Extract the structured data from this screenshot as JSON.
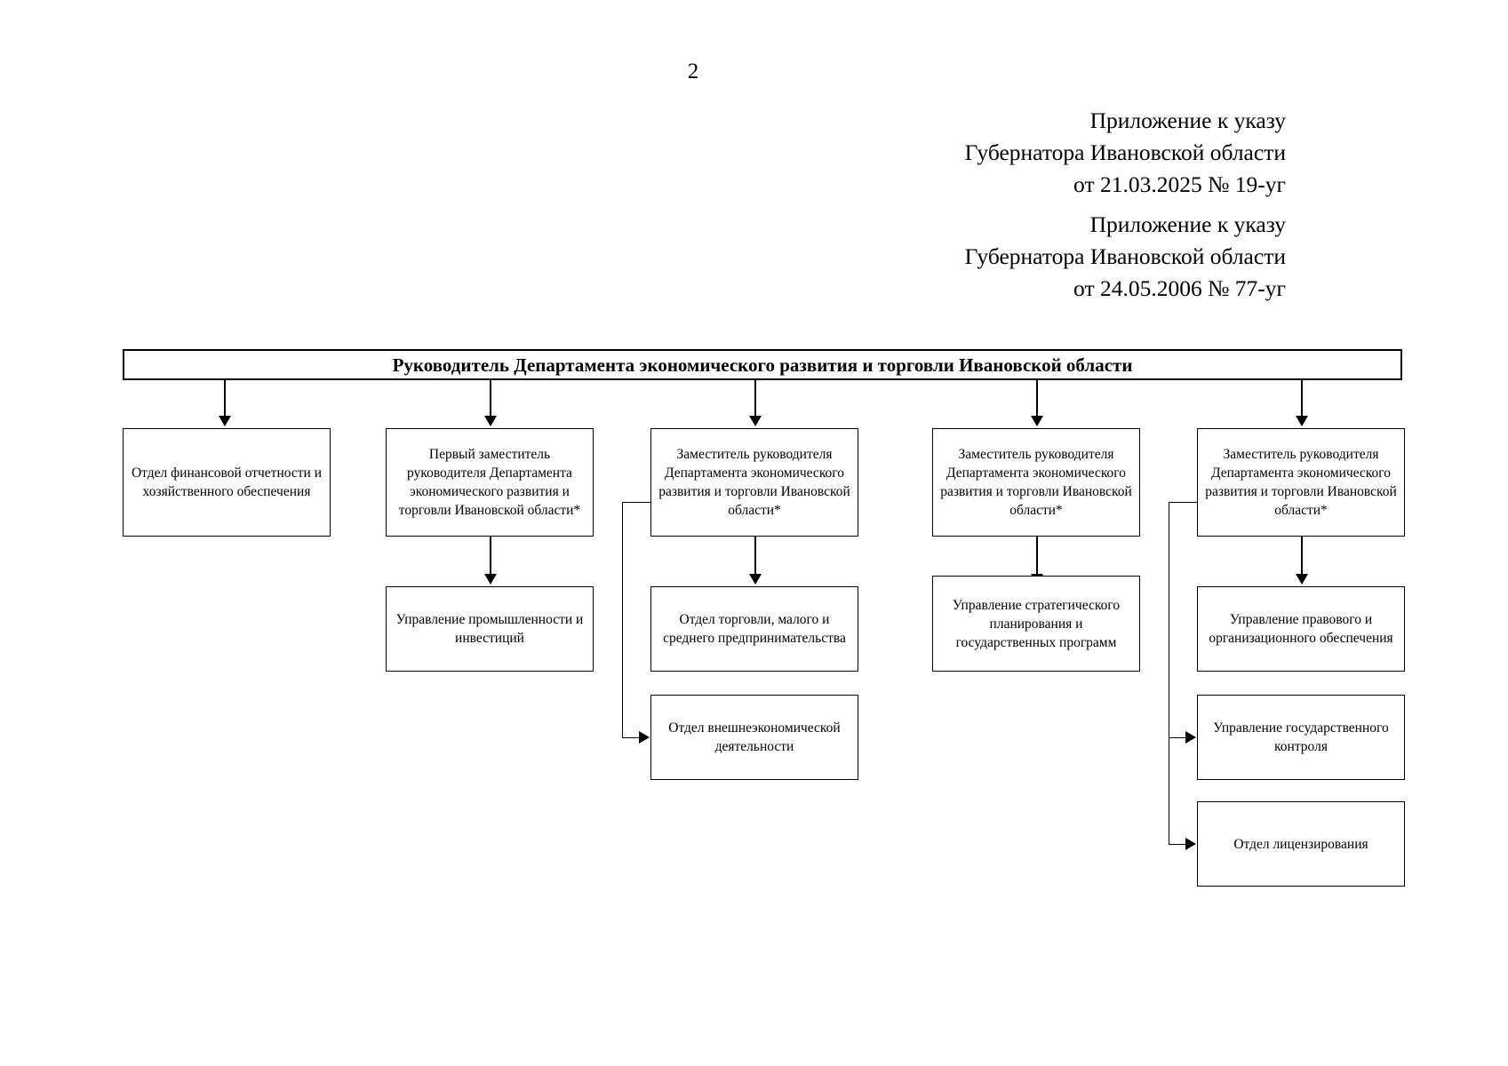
{
  "document": {
    "page_number": "2",
    "references": [
      {
        "lines": [
          "Приложение к указу",
          "Губернатора Ивановской области",
          "от 21.03.2025 № 19-уг"
        ]
      },
      {
        "lines": [
          "Приложение к указу",
          "Губернатора Ивановской области",
          "от 24.05.2006 № 77-уг"
        ]
      }
    ]
  },
  "chart_data": {
    "type": "org-chart",
    "title": "Руководитель Департамента экономического развития и торговли Ивановской области",
    "root": {
      "id": "root",
      "label": "Руководитель Департамента экономического развития и торговли Ивановской области"
    },
    "columns": [
      {
        "id": "col1",
        "head": {
          "id": "n-fin",
          "label": "Отдел финансовой отчетности и хозяйственного обеспечения"
        },
        "children": []
      },
      {
        "id": "col2",
        "head": {
          "id": "n-first-deputy",
          "label": "Первый заместитель руководителя Департамента экономического развития и торговли Ивановской области*"
        },
        "children": [
          {
            "id": "n-industry",
            "label": "Управление промышленности и инвестиций"
          }
        ]
      },
      {
        "id": "col3",
        "head": {
          "id": "n-deputy-trade",
          "label": "Заместитель руководителя Департамента экономического развития и торговли Ивановской области*"
        },
        "children": [
          {
            "id": "n-trade-sme",
            "label": "Отдел торговли, малого и среднего предпринимательства"
          },
          {
            "id": "n-foreign-econ",
            "label": "Отдел внешнеэкономической деятельности"
          }
        ]
      },
      {
        "id": "col4",
        "head": {
          "id": "n-deputy-strategy",
          "label": "Заместитель руководителя Департамента экономического развития и торговли Ивановской области*"
        },
        "children": [
          {
            "id": "n-strategic",
            "label": "Управление стратегического планирования и государственных программ"
          }
        ]
      },
      {
        "id": "col5",
        "head": {
          "id": "n-deputy-legal",
          "label": "Заместитель руководителя Департамента экономического развития и торговли Ивановской области*"
        },
        "children": [
          {
            "id": "n-legal-org",
            "label": "Управление правового и организационного обеспечения"
          },
          {
            "id": "n-state-control",
            "label": "Управление государственного контроля"
          },
          {
            "id": "n-licensing",
            "label": "Отдел лицензирования"
          }
        ]
      }
    ]
  }
}
